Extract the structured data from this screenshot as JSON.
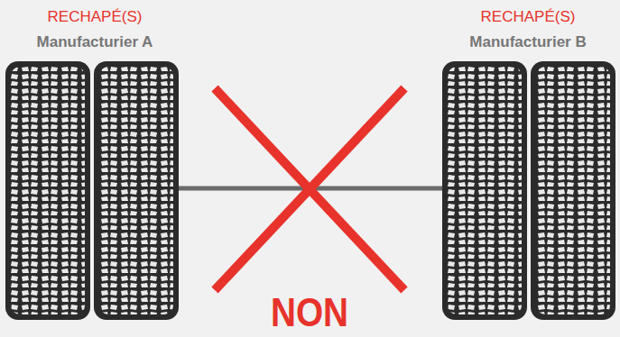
{
  "diagram": {
    "labels": [
      "RECHAPÉ(S)",
      "Manufacturier A",
      "RECHAPÉ(S)",
      "Manufacturier B",
      "NON"
    ]
  }
}
